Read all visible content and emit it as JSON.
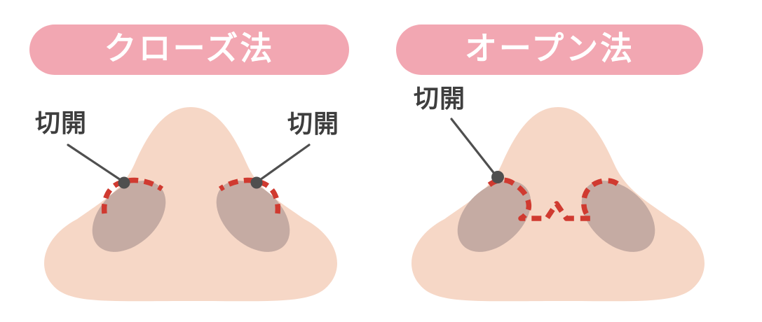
{
  "diagram": {
    "subject": "nose-incision-methods-comparison",
    "background": "#FFFFFF"
  },
  "colors": {
    "header_pill": "#F2A7B2",
    "header_text": "#FFFFFF",
    "skin": "#F6D7C6",
    "nostril": "#C5ABA3",
    "incision_red": "#D03A30",
    "pointer_gray": "#4F4F4F",
    "label_text": "#3E3E3E"
  },
  "closed_panel": {
    "title": "クローズ法",
    "incision_labels": [
      "切開",
      "切開"
    ]
  },
  "open_panel": {
    "title": "オープン法",
    "incision_labels": [
      "切開"
    ]
  }
}
